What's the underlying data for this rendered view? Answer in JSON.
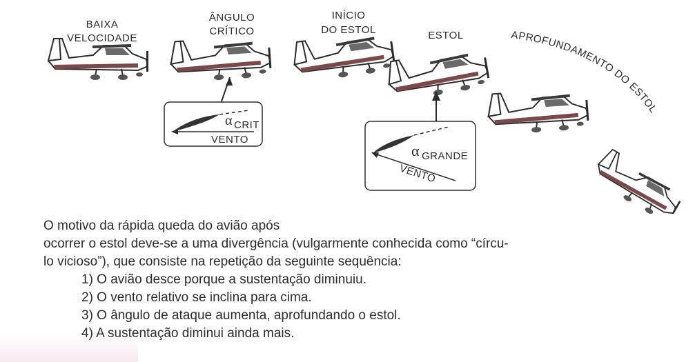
{
  "labels": {
    "low_speed": [
      "BAIXA",
      "VELOCIDADE"
    ],
    "critical_angle": [
      "ÂNGULO",
      "CRÍTICO"
    ],
    "stall_start": [
      "INÍCIO",
      "DO ESTOL"
    ],
    "stall": "ESTOL",
    "deepening": "APROFUNDAMENTO DO ESTOL"
  },
  "inset_critical": {
    "alpha_symbol": "α",
    "alpha_sub": "CRIT",
    "wind": "VENTO"
  },
  "inset_large": {
    "alpha_symbol": "α",
    "alpha_sub": "GRANDE",
    "wind": "VENTO"
  },
  "paragraph": {
    "line1": "O motivo da rápida queda do avião após",
    "line2": "ocorrer o estol deve-se a uma divergência (vulgarmente conhecida como “círcu-",
    "line3": "lo vicioso”), que consiste na repetição da seguinte sequência:"
  },
  "steps": [
    "1) O avião desce porque a sustentação diminuiu.",
    "2) O vento relativo se inclina para cima.",
    "3) O ângulo de ataque aumenta, aprofundando o estol.",
    "4) A sustentação diminui ainda mais."
  ]
}
